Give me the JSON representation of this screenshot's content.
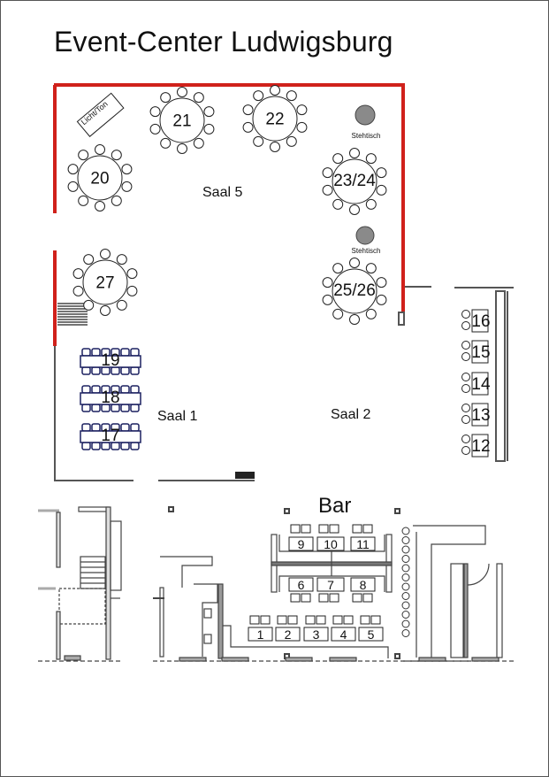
{
  "title": "Event-Center Ludwigsburg",
  "rooms": {
    "saal5": "Saal 5",
    "saal1": "Saal 1",
    "saal2": "Saal 2",
    "bar": "Bar"
  },
  "licht_ton": "Licht/Ton",
  "stehtisch": [
    "Stehtisch",
    "Stehtisch"
  ],
  "round_tables": [
    "21",
    "22",
    "20",
    "23/24",
    "25/26",
    "27"
  ],
  "banquet_tables": [
    "19",
    "18",
    "17"
  ],
  "side_tables": [
    "16",
    "15",
    "14",
    "13",
    "12"
  ],
  "bar_tables_top": [
    "9",
    "10",
    "11"
  ],
  "bar_tables_mid": [
    "6",
    "7",
    "8"
  ],
  "bar_tables_bottom": [
    "1",
    "2",
    "3",
    "4",
    "5"
  ],
  "colors": {
    "wall_red": "#d0211b",
    "banquet": "#1c2160",
    "stehtisch": "#8a8a8a"
  }
}
